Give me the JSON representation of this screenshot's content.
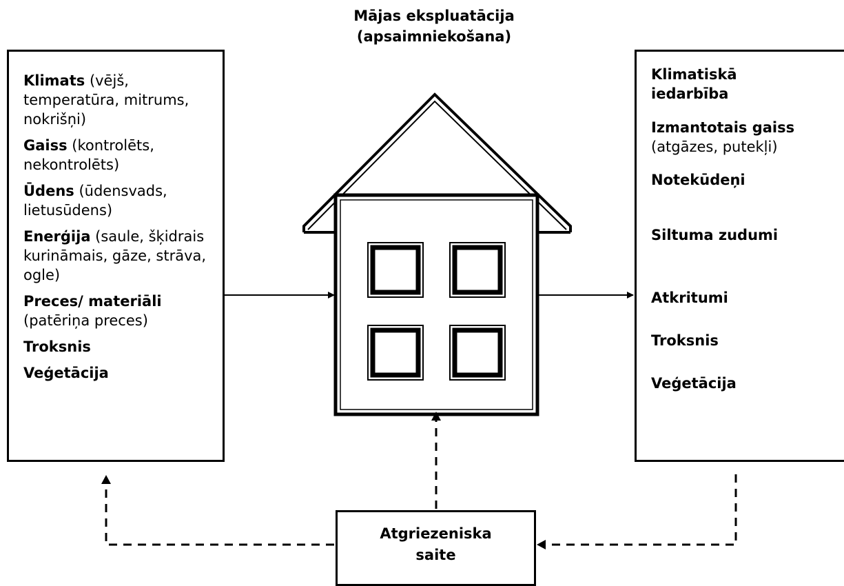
{
  "title": {
    "line1": "Mājas ekspluatācija",
    "line2": "(apsaimniekošana)"
  },
  "inputs": [
    {
      "name": "Klimats",
      "detail": " (vējš, temperatūra, mitrums, nokrišņi)"
    },
    {
      "name": "Gaiss",
      "detail": " (kontrolēts, nekontrolēts)"
    },
    {
      "name": "Ūdens",
      "detail": " (ūdensvads, lietusūdens)"
    },
    {
      "name": "Enerģija",
      "detail": " (saule, šķidrais kurināmais, gāze, strāva, ogle)"
    },
    {
      "name": "Preces/ materiāli",
      "detail": " (patēriņa preces)"
    },
    {
      "name": "Troksnis",
      "detail": ""
    },
    {
      "name": "Veģetācija",
      "detail": ""
    }
  ],
  "outputs": {
    "climate_impact": "Klimatiskā iedarbība",
    "used_air_name": "Izmantotais gaiss",
    "used_air_detail": "(atgāzes, putekļi)",
    "wastewater": "Notekūdeņi",
    "heat_loss": "Siltuma zudumi",
    "waste": "Atkritumi",
    "noise": "Troksnis",
    "vegetation": "Veģetācija"
  },
  "feedback": {
    "line1": "Atgriezeniska",
    "line2": "saite"
  },
  "colors": {
    "stroke": "#000000",
    "background": "#ffffff"
  }
}
